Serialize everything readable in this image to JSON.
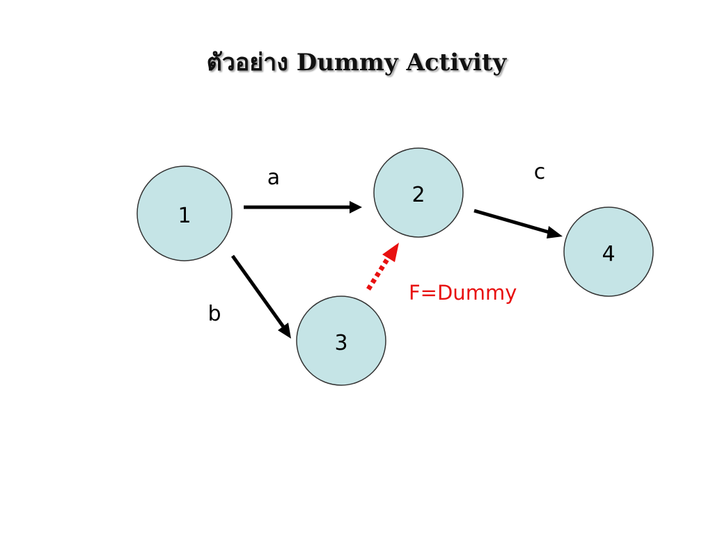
{
  "title": "ตัวอย่าง  Dummy Activity",
  "colors": {
    "node_fill": "#c5e4e6",
    "node_stroke": "#333333",
    "arrow": "#000000",
    "dummy": "#e81010",
    "text": "#000000"
  },
  "nodes": [
    {
      "id": "1",
      "label": "1"
    },
    {
      "id": "2",
      "label": "2"
    },
    {
      "id": "3",
      "label": "3"
    },
    {
      "id": "4",
      "label": "4"
    }
  ],
  "edges": [
    {
      "from": "1",
      "to": "2",
      "label": "a",
      "style": "solid"
    },
    {
      "from": "2",
      "to": "4",
      "label": "c",
      "style": "solid"
    },
    {
      "from": "1",
      "to": "3",
      "label": "b",
      "style": "solid"
    },
    {
      "from": "3",
      "to": "2",
      "label": "F=Dummy",
      "style": "dotted"
    }
  ]
}
